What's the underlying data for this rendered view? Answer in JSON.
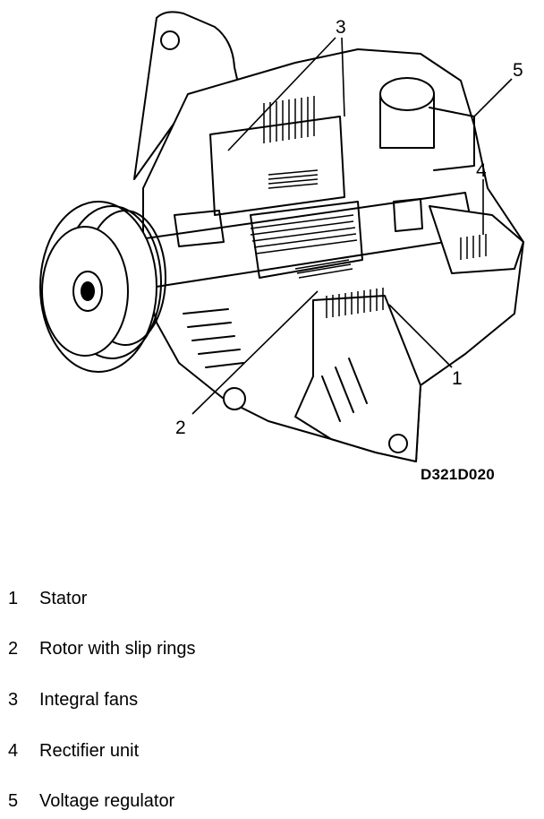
{
  "figure": {
    "code": "D321D020",
    "callouts": [
      {
        "number": "1"
      },
      {
        "number": "2"
      },
      {
        "number": "3"
      },
      {
        "number": "4"
      },
      {
        "number": "5"
      }
    ]
  },
  "legend": [
    {
      "number": "1",
      "label": "Stator"
    },
    {
      "number": "2",
      "label": "Rotor with slip rings"
    },
    {
      "number": "3",
      "label": "Integral fans"
    },
    {
      "number": "4",
      "label": "Rectifier unit"
    },
    {
      "number": "5",
      "label": "Voltage regulator"
    }
  ]
}
